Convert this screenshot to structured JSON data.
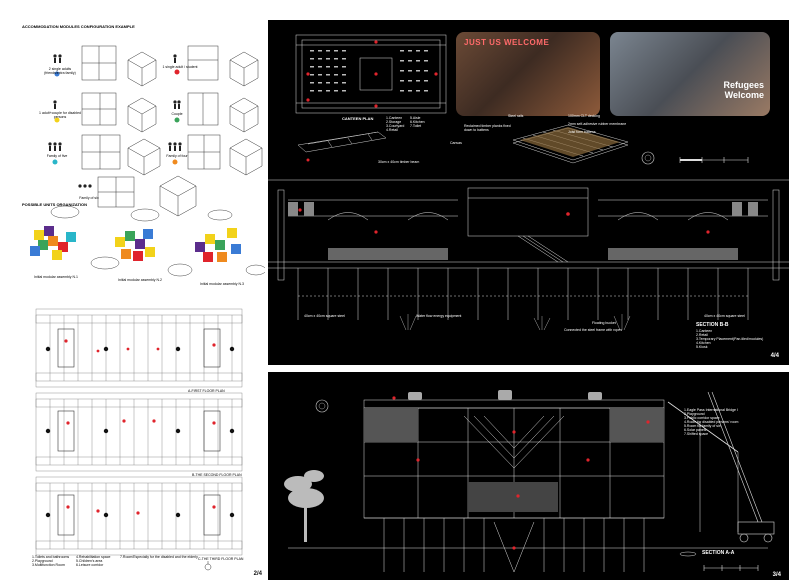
{
  "top_left": {
    "title": "ACCOMMODATION MODULES CONFIGURATION EXAMPLE",
    "modules": [
      {
        "label": "2 single adults (friends/extra family)"
      },
      {
        "label": "1 single adult / student"
      },
      {
        "label": "1 adult+couple for disabled persons"
      },
      {
        "label": "Couple"
      },
      {
        "label": "Family of five"
      },
      {
        "label": "Family of four"
      },
      {
        "label": "Family of six"
      }
    ],
    "units_title": "POSSIBLE UNITS ORGANIZATION",
    "assemblies": [
      "Initial modular assembly N.1",
      "Initial modular assembly N.2",
      "Initial modular assembly N.3"
    ]
  },
  "bottom_left": {
    "plans": [
      {
        "label": "A-FIRST FLOOR PLAN"
      },
      {
        "label": "B-THE SECOND FLOOR PLAN"
      },
      {
        "label": "C-THE THIRD FLOOR PLAN"
      }
    ],
    "legend": [
      "1.Toilets and bathrooms",
      "2.Playground",
      "3.Multifunction Room",
      "4.Rehabilitation space",
      "5.Children's area",
      "6.Leisure corridor",
      "7.Room/Especially for the disabled and the elderly"
    ],
    "page": "2/4"
  },
  "top_right": {
    "canteen_title": "CANTEEN PLAN",
    "canteen_legend": [
      "1.Canteen",
      "2.Storage",
      "3.Courtyard",
      "4.Retail",
      "5.Aisle",
      "6.Kitchen",
      "7.Toilet"
    ],
    "photo1_text": "JUST US WELCOME",
    "photo2_text_line1": "Refugees",
    "photo2_text_line2": "Welcome",
    "annotations": {
      "steel_rails": "Steel rails",
      "clt_decking": "100mm CLT decking",
      "reclaimed_timber": "Reclaimed timber planks fixed down to battens",
      "rubber_membrane": "2mm self-adhesive rubber membrane",
      "joist_battens": "Joist form battens",
      "canvas": "Canvas",
      "timber_beam": "30cm x 40cm timber beam",
      "square_steel": "40cm x 40cm square steel",
      "water_flow": "Water flow energy equipment",
      "floating_bucket": "Floating bucket",
      "connected_frame": "Connected the steel frame with ropes",
      "square_steel_2": "40cm x 40cm square steel"
    },
    "section_title": "SECTION B-B",
    "section_legend": [
      "1.Canteen",
      "2.Retail",
      "3.Temporary Placement(Pan-tiled/modules)",
      "4.Kitchen",
      "5.Kiosk"
    ],
    "page": "4/4"
  },
  "bottom_right": {
    "legend": [
      "1.Eagle Pass International Bridge I",
      "2.Playground",
      "3.Public corridor space",
      "4.Room for disabled persons' room",
      "5.Room for family of six",
      "6.Solar panels",
      "7.Shifted space"
    ],
    "section_title": "SECTION A-A",
    "page": "3/4"
  },
  "colors": {
    "accent_red": "#e0242c",
    "panel_dark": "#000000",
    "line_white": "#dddddd",
    "module_yellow": "#f2d21a",
    "module_purple": "#5b2d8c",
    "module_green": "#3aa35a",
    "module_orange": "#ef8a1e"
  }
}
